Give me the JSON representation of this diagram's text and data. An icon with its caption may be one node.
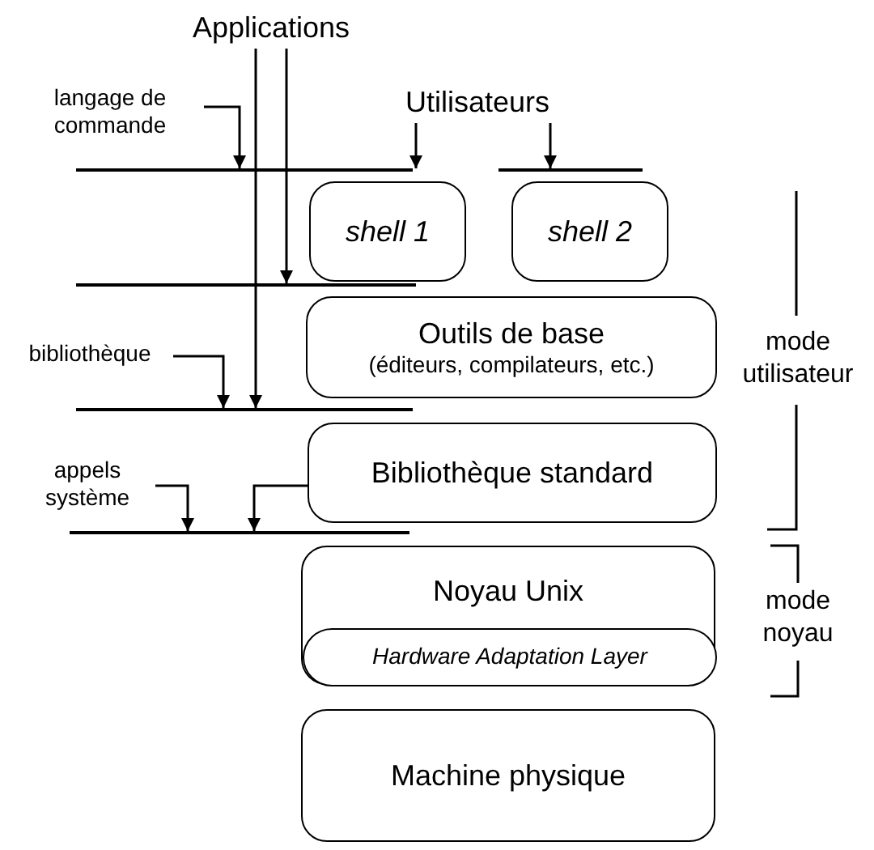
{
  "diagram": {
    "nodes": [
      {
        "text": [
          "Applications"
        ]
      },
      {
        "text": [
          "langage de commande"
        ]
      },
      {
        "text": [
          "Utilisateurs"
        ]
      },
      {
        "text": [],
        "shape": "bar"
      },
      {
        "text": [],
        "shape": "bar"
      },
      {
        "text": [
          "shell 1"
        ]
      },
      {
        "text": [
          "shell 2"
        ]
      },
      {
        "text": [],
        "shape": "bar"
      },
      {
        "text": [
          "bibliothèque"
        ]
      },
      {
        "text": [
          "Outils de base",
          "(éditeurs, compilateurs, etc.)"
        ]
      },
      {
        "text": [],
        "shape": "bar"
      },
      {
        "text": [
          "appels système"
        ]
      },
      {
        "text": [
          "Bibliothèque standard"
        ]
      },
      {
        "text": [],
        "shape": "bar"
      },
      {
        "text": [
          "Noyau Unix"
        ]
      },
      {
        "text": [
          "Hardware Adaptation Layer"
        ],
        "in": 14
      },
      {
        "text": [
          "Machine physique"
        ]
      }
    ],
    "edges": [
      {
        "from": 0,
        "to": 10,
        "arrow": "to"
      },
      {
        "from": 0,
        "to": 7,
        "arrow": "to"
      },
      {
        "from": 1,
        "to": 3,
        "arrow": "to"
      },
      {
        "from": 2,
        "to": 3,
        "arrow": "to"
      },
      {
        "from": 2,
        "to": 4,
        "arrow": "to"
      },
      {
        "from": 8,
        "to": 10,
        "arrow": "to"
      },
      {
        "from": 11,
        "to": 13,
        "arrow": "to"
      },
      {
        "from": 12,
        "to": 13,
        "arrow": "to"
      }
    ],
    "labels": [
      "mode utilisateur",
      "mode noyau"
    ]
  }
}
